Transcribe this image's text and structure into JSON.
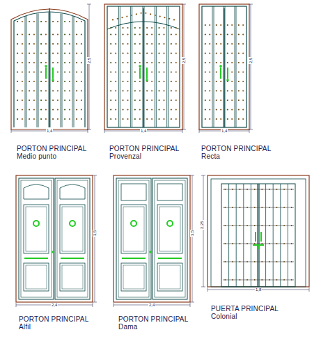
{
  "diagram": {
    "labels": [
      "PORTON PRINCIPAL",
      "Medio punto",
      "PORTON PRINCIPAL",
      "Provenzal",
      "PORTON PRINCIPAL",
      "Recta",
      "PORTON PRINCIPAL",
      "Alfil",
      "PORTON PRINCIPAL",
      "Dama",
      "PUERTA PRINCIPAL",
      "Colonial",
      "1,4",
      "1,4",
      "1,4",
      "2,5",
      "2,5",
      "2,5",
      "2,4",
      "2,4",
      "1,8",
      "3,5",
      "3,5",
      "2,25"
    ]
  }
}
